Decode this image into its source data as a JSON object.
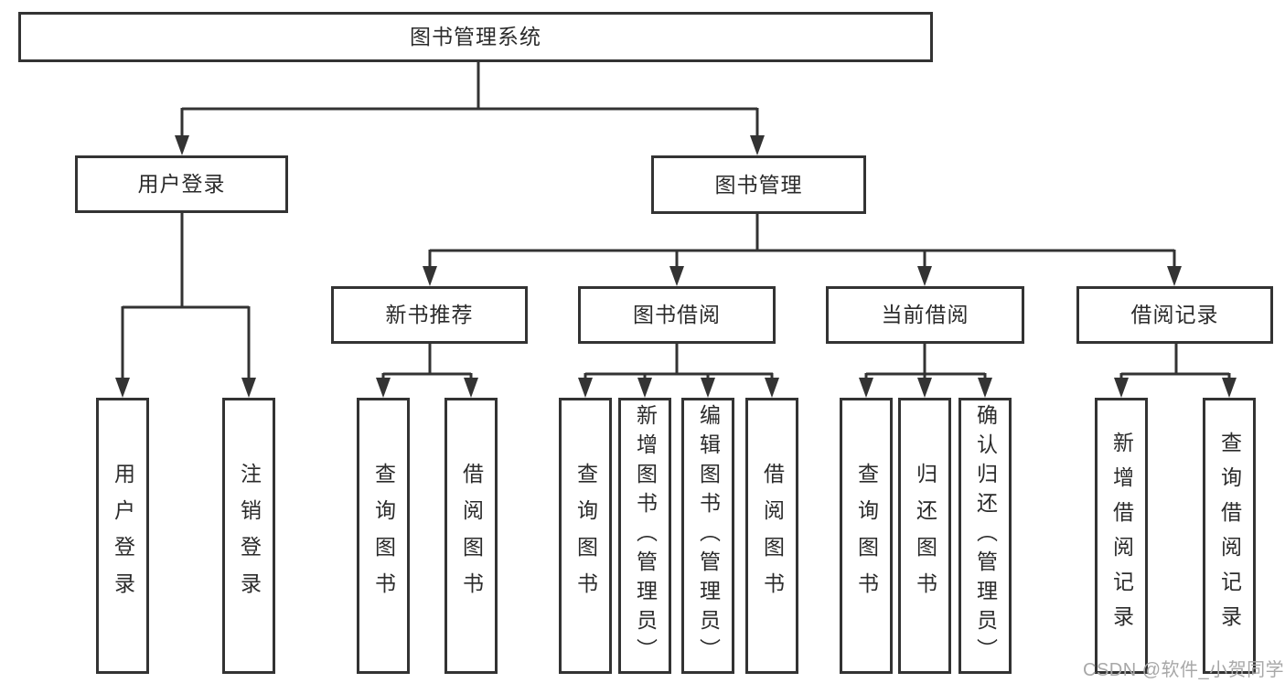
{
  "colors": {
    "line": "#333333",
    "text": "#2b2b2b",
    "watermark": "#a8a8a8",
    "background": "#ffffff"
  },
  "root": {
    "label": "图书管理系统"
  },
  "branches": [
    {
      "label": "用户登录",
      "children": [
        {
          "label": "用户登录"
        },
        {
          "label": "注销登录"
        }
      ]
    },
    {
      "label": "图书管理",
      "sections": [
        {
          "label": "新书推荐",
          "children": [
            {
              "label": "查询图书"
            },
            {
              "label": "借阅图书"
            }
          ]
        },
        {
          "label": "图书借阅",
          "children": [
            {
              "label": "查询图书"
            },
            {
              "label": "新增图书（管理员）"
            },
            {
              "label": "编辑图书（管理员）"
            },
            {
              "label": "借阅图书"
            }
          ]
        },
        {
          "label": "当前借阅",
          "children": [
            {
              "label": "查询图书"
            },
            {
              "label": "归还图书"
            },
            {
              "label": "确认归还（管理员）"
            }
          ]
        },
        {
          "label": "借阅记录",
          "children": [
            {
              "label": "新增借阅记录"
            },
            {
              "label": "查询借阅记录"
            }
          ]
        }
      ]
    }
  ],
  "watermark": {
    "text": "CSDN @软件_小贺同学"
  }
}
